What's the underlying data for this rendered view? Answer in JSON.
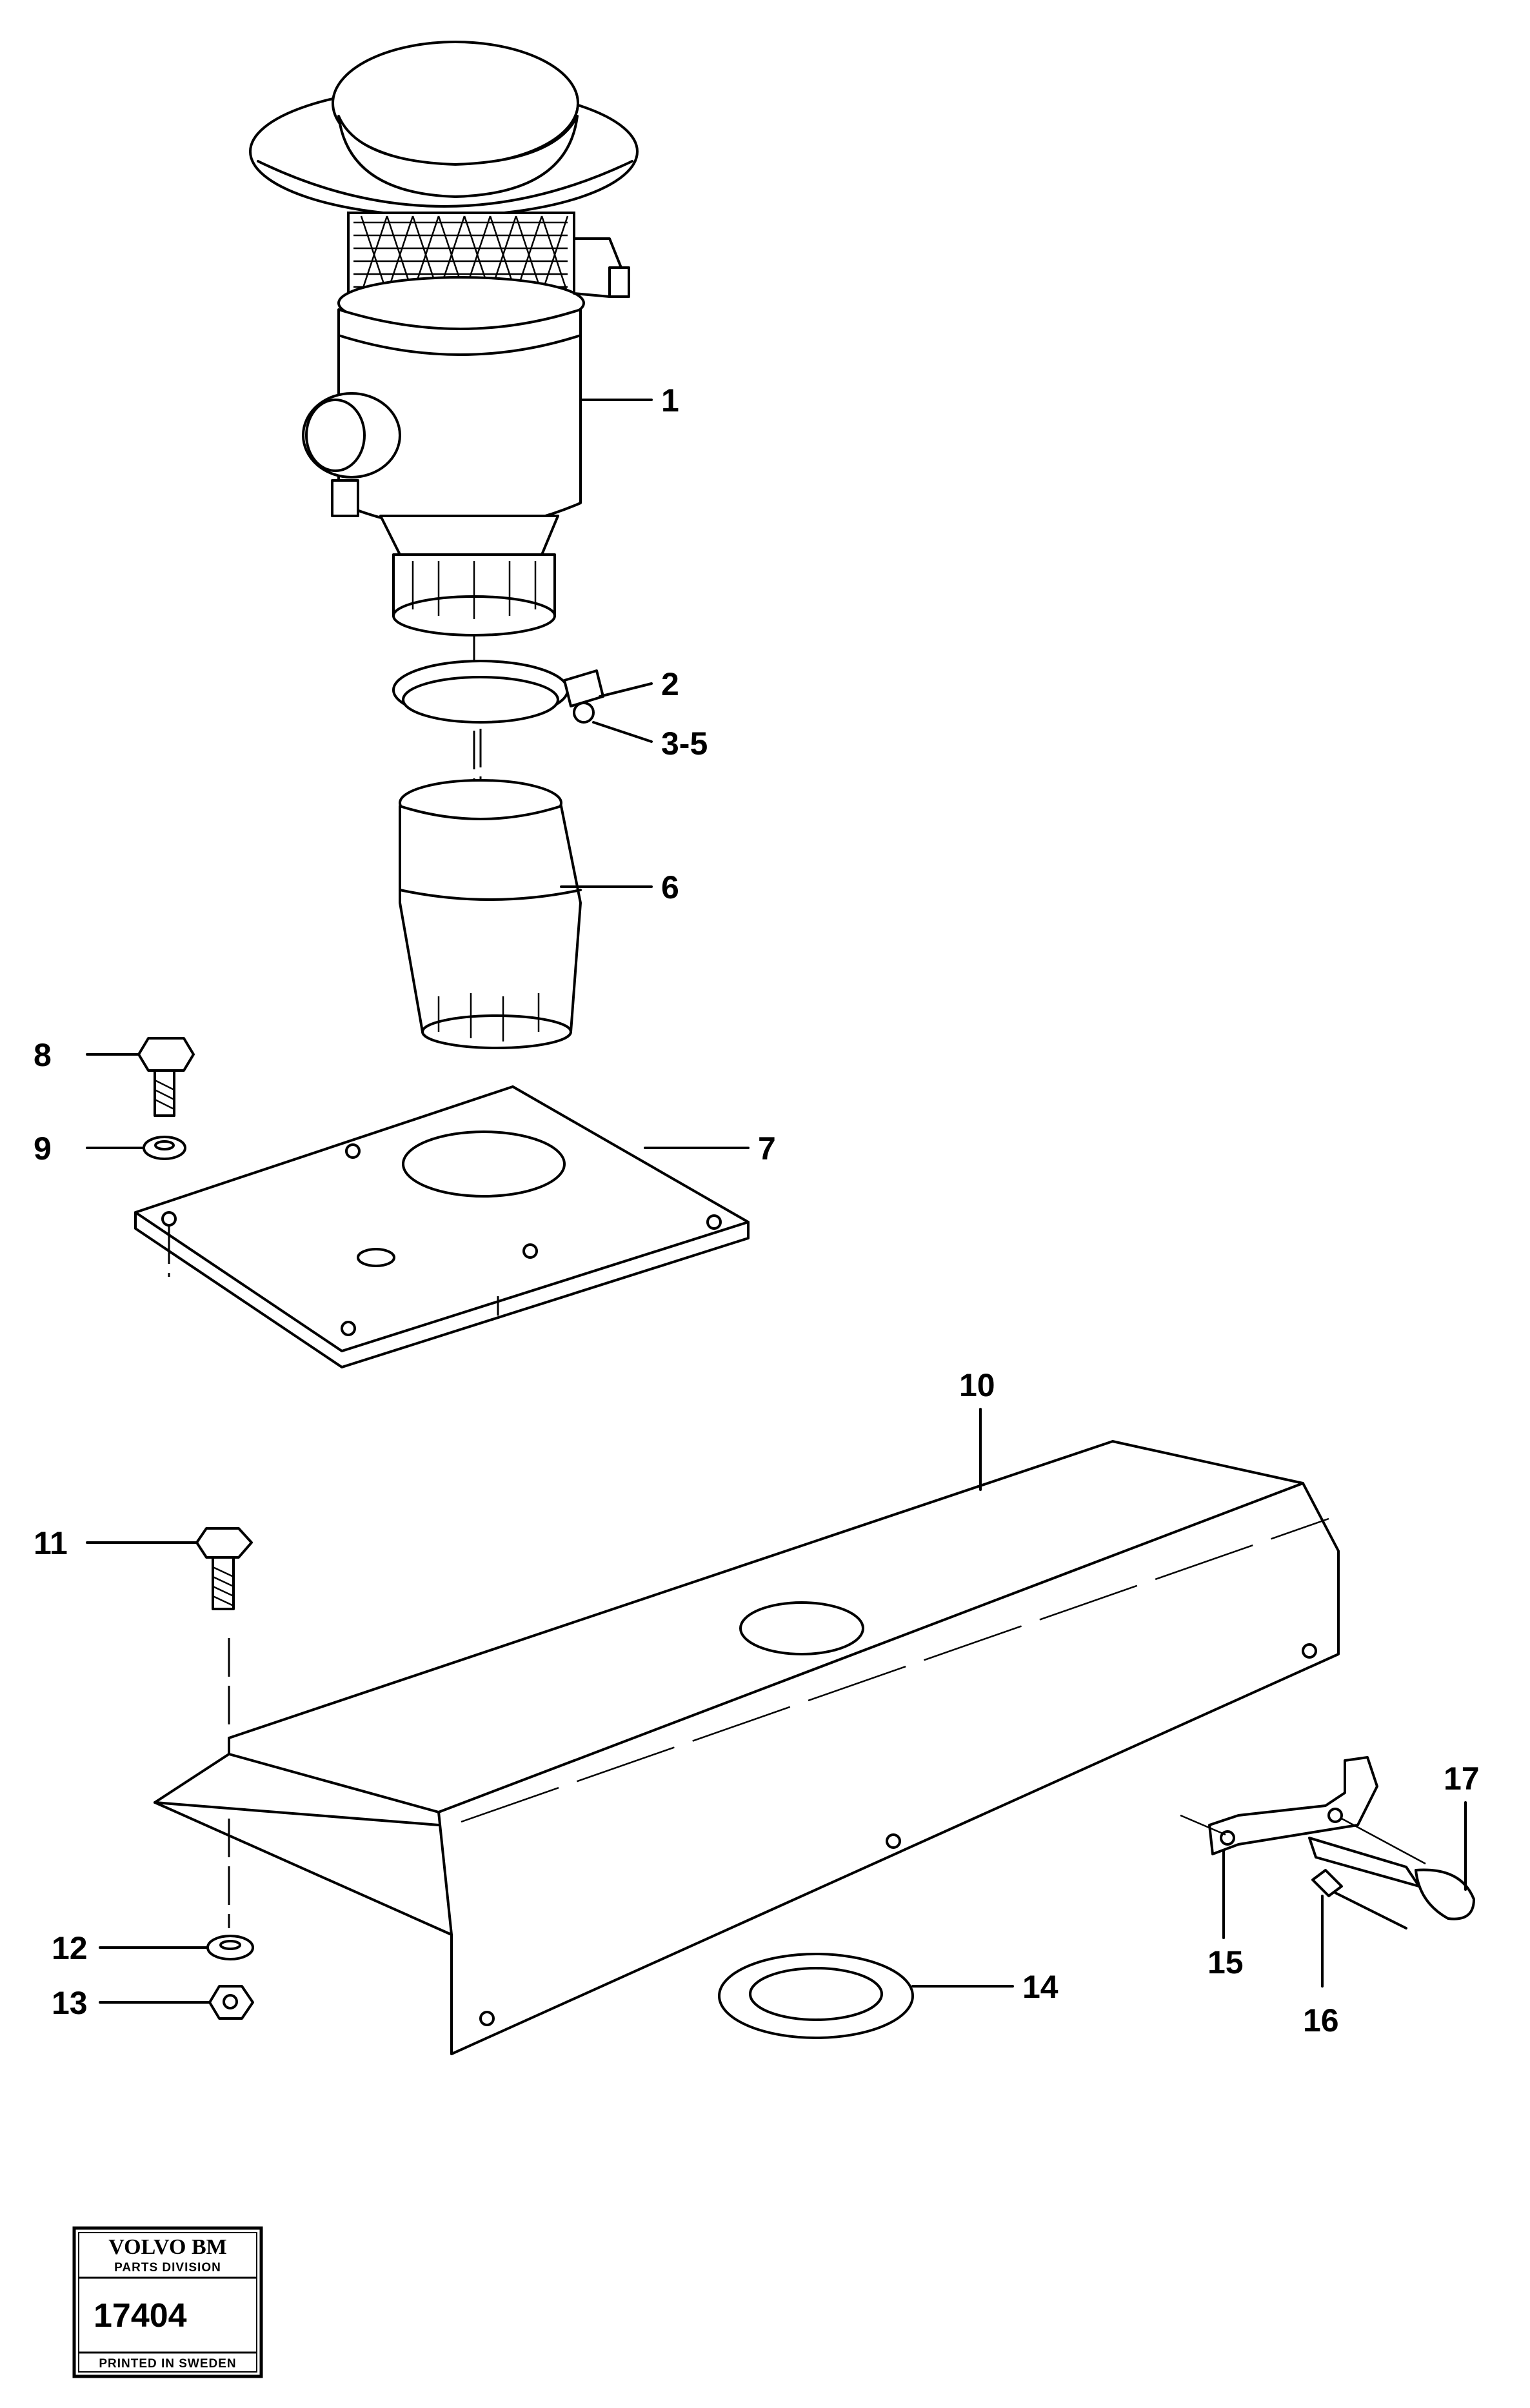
{
  "callouts": {
    "c1": "1",
    "c2": "2",
    "c3": "3-5",
    "c6": "6",
    "c7": "7",
    "c8": "8",
    "c9": "9",
    "c10": "10",
    "c11": "11",
    "c12": "12",
    "c13": "13",
    "c14": "14",
    "c15": "15",
    "c16": "16",
    "c17": "17"
  },
  "stamp": {
    "brand": "VOLVO BM",
    "division": "PARTS DIVISION",
    "number": "17404",
    "printed": "PRINTED IN SWEDEN"
  }
}
